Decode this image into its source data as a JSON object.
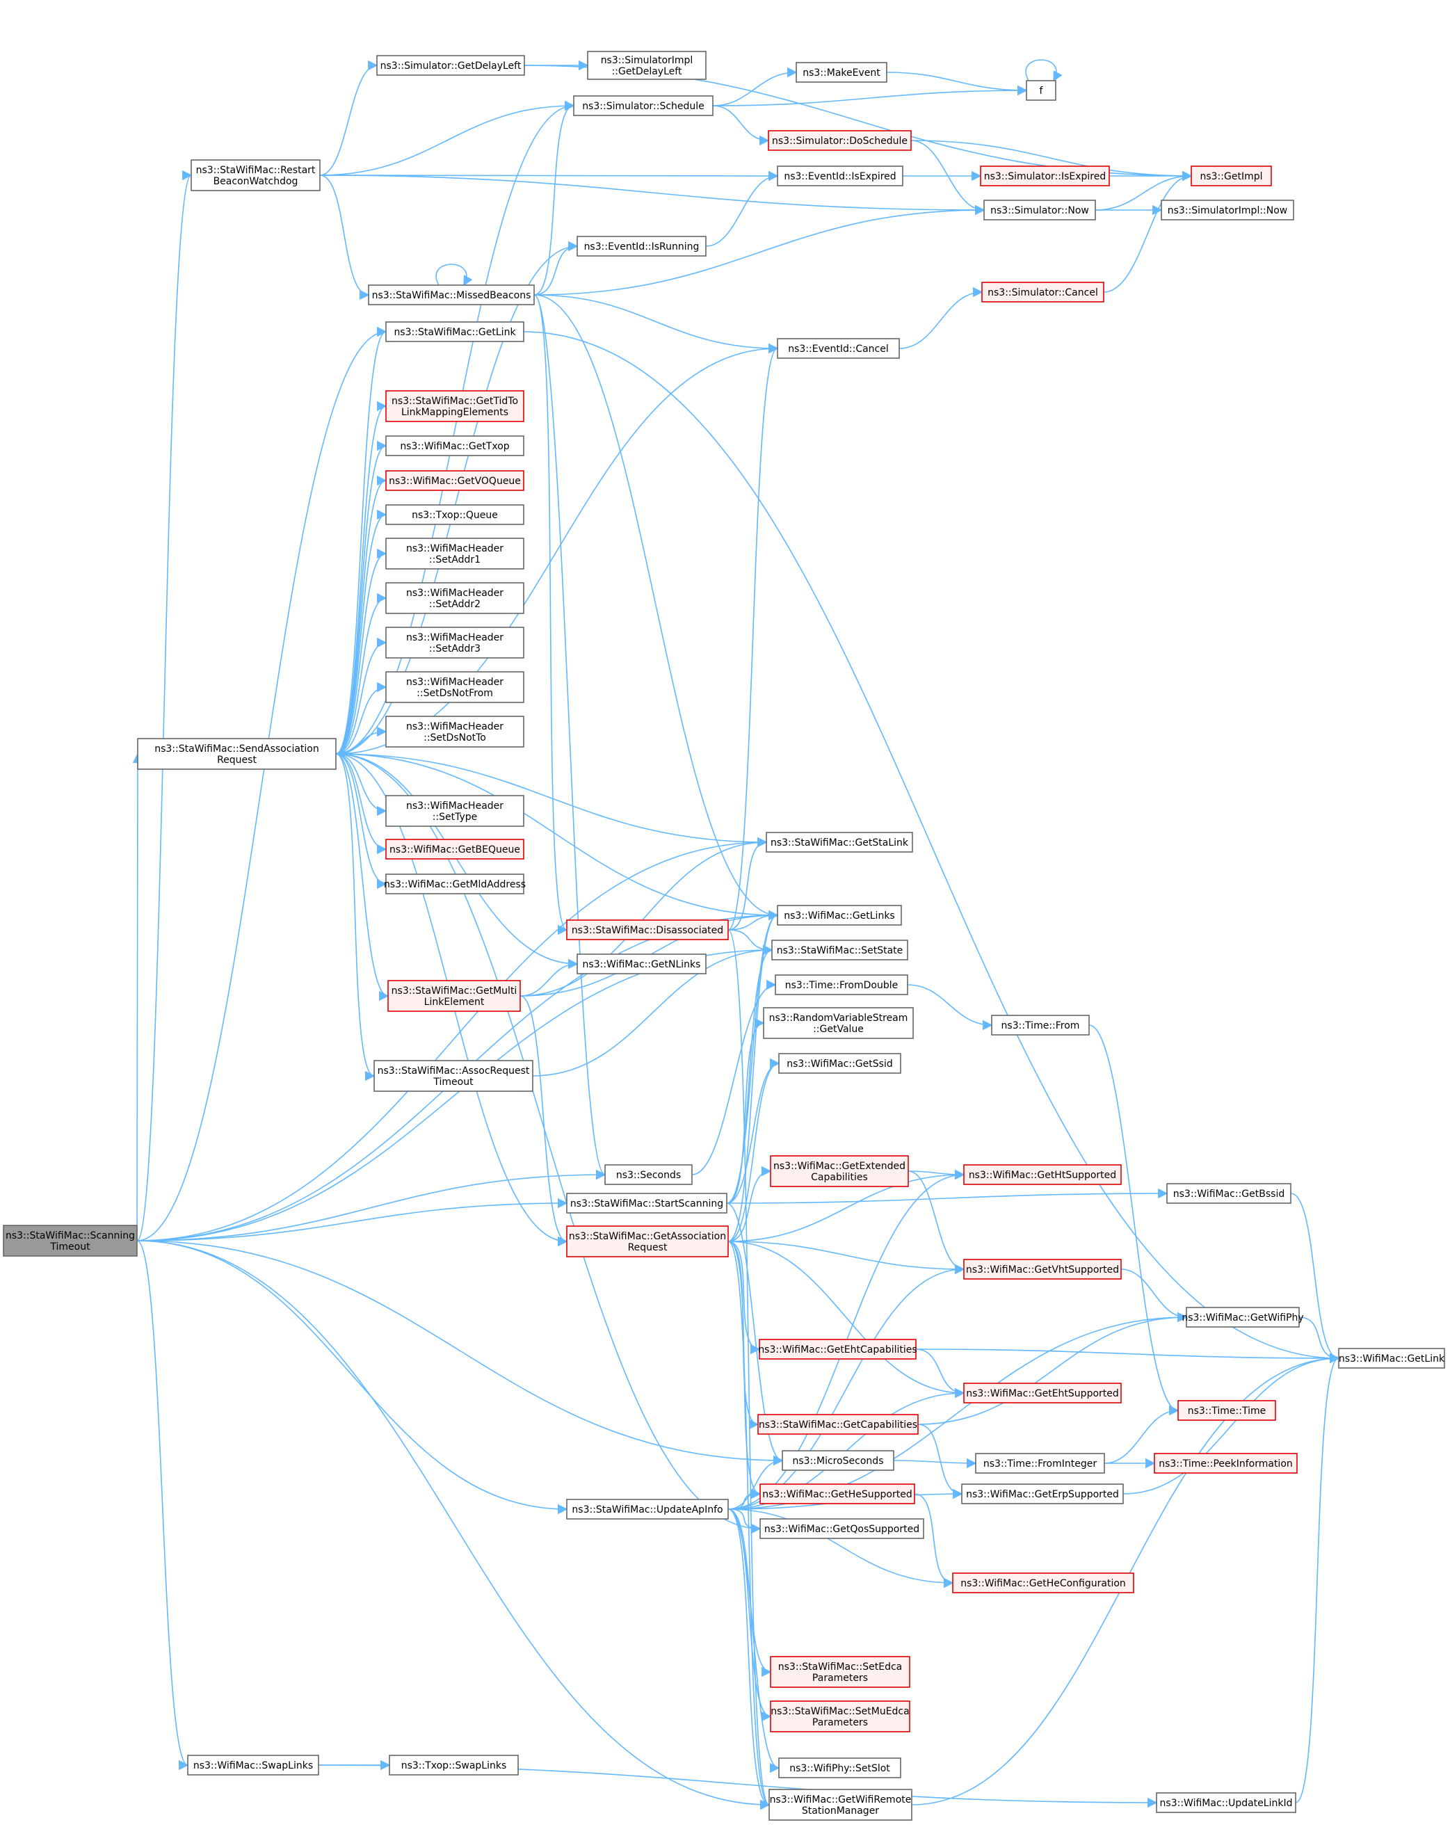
{
  "colors": {
    "edge": "#63b8ff",
    "normal_fill": "#ffffff",
    "normal_stroke": "#666666",
    "truncated_fill": "#fff0f0",
    "truncated_stroke": "#e00000",
    "root_fill": "#999999",
    "root_stroke": "#666666"
  },
  "nodes": [
    {
      "id": "root",
      "lines": [
        "ns3::StaWifiMac::Scanning",
        "Timeout"
      ],
      "style": "root"
    },
    {
      "id": "getDelayLeft",
      "lines": [
        "ns3::Simulator::GetDelayLeft"
      ],
      "style": "normal"
    },
    {
      "id": "implGetDelayLeft",
      "lines": [
        "ns3::SimulatorImpl",
        "::GetDelayLeft"
      ],
      "style": "normal"
    },
    {
      "id": "makeEvent",
      "lines": [
        "ns3::MakeEvent"
      ],
      "style": "normal"
    },
    {
      "id": "f",
      "lines": [
        "f"
      ],
      "style": "normal"
    },
    {
      "id": "schedule",
      "lines": [
        "ns3::Simulator::Schedule"
      ],
      "style": "normal"
    },
    {
      "id": "doSchedule",
      "lines": [
        "ns3::Simulator::DoSchedule"
      ],
      "style": "truncated"
    },
    {
      "id": "restart",
      "lines": [
        "ns3::StaWifiMac::Restart",
        "BeaconWatchdog"
      ],
      "style": "normal"
    },
    {
      "id": "isExpired",
      "lines": [
        "ns3::EventId::IsExpired"
      ],
      "style": "normal"
    },
    {
      "id": "simIsExpired",
      "lines": [
        "ns3::Simulator::IsExpired"
      ],
      "style": "truncated"
    },
    {
      "id": "getImpl",
      "lines": [
        "ns3::GetImpl"
      ],
      "style": "truncated"
    },
    {
      "id": "now",
      "lines": [
        "ns3::Simulator::Now"
      ],
      "style": "normal"
    },
    {
      "id": "implNow",
      "lines": [
        "ns3::SimulatorImpl::Now"
      ],
      "style": "normal"
    },
    {
      "id": "isRunning",
      "lines": [
        "ns3::EventId::IsRunning"
      ],
      "style": "normal"
    },
    {
      "id": "missedBeacons",
      "lines": [
        "ns3::StaWifiMac::MissedBeacons"
      ],
      "style": "normal"
    },
    {
      "id": "simCancel",
      "lines": [
        "ns3::Simulator::Cancel"
      ],
      "style": "truncated"
    },
    {
      "id": "staGetLink",
      "lines": [
        "ns3::StaWifiMac::GetLink"
      ],
      "style": "normal"
    },
    {
      "id": "evCancel",
      "lines": [
        "ns3::EventId::Cancel"
      ],
      "style": "normal"
    },
    {
      "id": "getTid",
      "lines": [
        "ns3::StaWifiMac::GetTidTo",
        "LinkMappingElements"
      ],
      "style": "truncated"
    },
    {
      "id": "getTxop",
      "lines": [
        "ns3::WifiMac::GetTxop"
      ],
      "style": "normal"
    },
    {
      "id": "getVO",
      "lines": [
        "ns3::WifiMac::GetVOQueue"
      ],
      "style": "truncated"
    },
    {
      "id": "queue",
      "lines": [
        "ns3::Txop::Queue"
      ],
      "style": "normal"
    },
    {
      "id": "setAddr1",
      "lines": [
        "ns3::WifiMacHeader",
        "::SetAddr1"
      ],
      "style": "normal"
    },
    {
      "id": "setAddr2",
      "lines": [
        "ns3::WifiMacHeader",
        "::SetAddr2"
      ],
      "style": "normal"
    },
    {
      "id": "setAddr3",
      "lines": [
        "ns3::WifiMacHeader",
        "::SetAddr3"
      ],
      "style": "normal"
    },
    {
      "id": "setDsNotFrom",
      "lines": [
        "ns3::WifiMacHeader",
        "::SetDsNotFrom"
      ],
      "style": "normal"
    },
    {
      "id": "setDsNotTo",
      "lines": [
        "ns3::WifiMacHeader",
        "::SetDsNotTo"
      ],
      "style": "normal"
    },
    {
      "id": "sendAssoc",
      "lines": [
        "ns3::StaWifiMac::SendAssociation",
        "Request"
      ],
      "style": "normal"
    },
    {
      "id": "setType",
      "lines": [
        "ns3::WifiMacHeader",
        "::SetType"
      ],
      "style": "normal"
    },
    {
      "id": "getBE",
      "lines": [
        "ns3::WifiMac::GetBEQueue"
      ],
      "style": "truncated"
    },
    {
      "id": "getMld",
      "lines": [
        "ns3::WifiMac::GetMldAddress"
      ],
      "style": "normal"
    },
    {
      "id": "getStaLink",
      "lines": [
        "ns3::StaWifiMac::GetStaLink"
      ],
      "style": "normal"
    },
    {
      "id": "disassoc",
      "lines": [
        "ns3::StaWifiMac::Disassociated"
      ],
      "style": "truncated"
    },
    {
      "id": "getLinks",
      "lines": [
        "ns3::WifiMac::GetLinks"
      ],
      "style": "normal"
    },
    {
      "id": "setState",
      "lines": [
        "ns3::StaWifiMac::SetState"
      ],
      "style": "normal"
    },
    {
      "id": "getNLinks",
      "lines": [
        "ns3::WifiMac::GetNLinks"
      ],
      "style": "normal"
    },
    {
      "id": "getMulti",
      "lines": [
        "ns3::StaWifiMac::GetMulti",
        "LinkElement"
      ],
      "style": "truncated"
    },
    {
      "id": "fromDouble",
      "lines": [
        "ns3::Time::FromDouble"
      ],
      "style": "normal"
    },
    {
      "id": "timeFrom",
      "lines": [
        "ns3::Time::From"
      ],
      "style": "normal"
    },
    {
      "id": "rvsGetValue",
      "lines": [
        "ns3::RandomVariableStream",
        "::GetValue"
      ],
      "style": "normal"
    },
    {
      "id": "assocTimeout",
      "lines": [
        "ns3::StaWifiMac::AssocRequest",
        "Timeout"
      ],
      "style": "normal"
    },
    {
      "id": "getSsid",
      "lines": [
        "ns3::WifiMac::GetSsid"
      ],
      "style": "normal"
    },
    {
      "id": "seconds",
      "lines": [
        "ns3::Seconds"
      ],
      "style": "normal"
    },
    {
      "id": "getExt",
      "lines": [
        "ns3::WifiMac::GetExtended",
        "Capabilities"
      ],
      "style": "truncated"
    },
    {
      "id": "getHt",
      "lines": [
        "ns3::WifiMac::GetHtSupported"
      ],
      "style": "truncated"
    },
    {
      "id": "startScanning",
      "lines": [
        "ns3::StaWifiMac::StartScanning"
      ],
      "style": "normal"
    },
    {
      "id": "getBssid",
      "lines": [
        "ns3::WifiMac::GetBssid"
      ],
      "style": "normal"
    },
    {
      "id": "getAssocReq",
      "lines": [
        "ns3::StaWifiMac::GetAssociation",
        "Request"
      ],
      "style": "truncated"
    },
    {
      "id": "getVht",
      "lines": [
        "ns3::WifiMac::GetVhtSupported"
      ],
      "style": "truncated"
    },
    {
      "id": "getWifiPhy",
      "lines": [
        "ns3::WifiMac::GetWifiPhy"
      ],
      "style": "normal"
    },
    {
      "id": "getEhtCap",
      "lines": [
        "ns3::WifiMac::GetEhtCapabilities"
      ],
      "style": "truncated"
    },
    {
      "id": "macGetLink",
      "lines": [
        "ns3::WifiMac::GetLink"
      ],
      "style": "normal"
    },
    {
      "id": "getEht",
      "lines": [
        "ns3::WifiMac::GetEhtSupported"
      ],
      "style": "truncated"
    },
    {
      "id": "timeTime",
      "lines": [
        "ns3::Time::Time"
      ],
      "style": "truncated"
    },
    {
      "id": "getCap",
      "lines": [
        "ns3::StaWifiMac::GetCapabilities"
      ],
      "style": "truncated"
    },
    {
      "id": "micro",
      "lines": [
        "ns3::MicroSeconds"
      ],
      "style": "normal"
    },
    {
      "id": "fromInteger",
      "lines": [
        "ns3::Time::FromInteger"
      ],
      "style": "normal"
    },
    {
      "id": "peekInfo",
      "lines": [
        "ns3::Time::PeekInformation"
      ],
      "style": "truncated"
    },
    {
      "id": "getHe",
      "lines": [
        "ns3::WifiMac::GetHeSupported"
      ],
      "style": "truncated"
    },
    {
      "id": "getErp",
      "lines": [
        "ns3::WifiMac::GetErpSupported"
      ],
      "style": "normal"
    },
    {
      "id": "updateAp",
      "lines": [
        "ns3::StaWifiMac::UpdateApInfo"
      ],
      "style": "normal"
    },
    {
      "id": "getQos",
      "lines": [
        "ns3::WifiMac::GetQosSupported"
      ],
      "style": "normal"
    },
    {
      "id": "getHeConf",
      "lines": [
        "ns3::WifiMac::GetHeConfiguration"
      ],
      "style": "truncated"
    },
    {
      "id": "setEdca",
      "lines": [
        "ns3::StaWifiMac::SetEdca",
        "Parameters"
      ],
      "style": "truncated"
    },
    {
      "id": "setMuEdca",
      "lines": [
        "ns3::StaWifiMac::SetMuEdca",
        "Parameters"
      ],
      "style": "truncated"
    },
    {
      "id": "swapLinks",
      "lines": [
        "ns3::WifiMac::SwapLinks"
      ],
      "style": "normal"
    },
    {
      "id": "txopSwap",
      "lines": [
        "ns3::Txop::SwapLinks"
      ],
      "style": "normal"
    },
    {
      "id": "setSlot",
      "lines": [
        "ns3::WifiPhy::SetSlot"
      ],
      "style": "normal"
    },
    {
      "id": "getRsm",
      "lines": [
        "ns3::WifiMac::GetWifiRemote",
        "StationManager"
      ],
      "style": "normal"
    },
    {
      "id": "updateLinkId",
      "lines": [
        "ns3::WifiMac::UpdateLinkId"
      ],
      "style": "normal"
    }
  ],
  "edges": [
    [
      "root",
      "restart"
    ],
    [
      "root",
      "staGetLink"
    ],
    [
      "root",
      "sendAssoc"
    ],
    [
      "root",
      "getStaLink"
    ],
    [
      "root",
      "getLinks"
    ],
    [
      "root",
      "setState"
    ],
    [
      "root",
      "seconds"
    ],
    [
      "root",
      "startScanning"
    ],
    [
      "root",
      "micro"
    ],
    [
      "root",
      "updateAp"
    ],
    [
      "root",
      "getRsm"
    ],
    [
      "root",
      "swapLinks"
    ],
    [
      "getDelayLeft",
      "implGetDelayLeft"
    ],
    [
      "getDelayLeft",
      "getImpl"
    ],
    [
      "restart",
      "getDelayLeft"
    ],
    [
      "restart",
      "schedule"
    ],
    [
      "restart",
      "isExpired"
    ],
    [
      "restart",
      "now"
    ],
    [
      "restart",
      "missedBeacons"
    ],
    [
      "schedule",
      "makeEvent"
    ],
    [
      "schedule",
      "f"
    ],
    [
      "schedule",
      "doSchedule"
    ],
    [
      "makeEvent",
      "f"
    ],
    [
      "f",
      "f"
    ],
    [
      "doSchedule",
      "getImpl"
    ],
    [
      "doSchedule",
      "now"
    ],
    [
      "isExpired",
      "simIsExpired"
    ],
    [
      "simIsExpired",
      "getImpl"
    ],
    [
      "now",
      "getImpl"
    ],
    [
      "now",
      "implNow"
    ],
    [
      "isRunning",
      "isExpired"
    ],
    [
      "missedBeacons",
      "missedBeacons"
    ],
    [
      "missedBeacons",
      "schedule"
    ],
    [
      "missedBeacons",
      "isRunning"
    ],
    [
      "missedBeacons",
      "now"
    ],
    [
      "missedBeacons",
      "evCancel"
    ],
    [
      "missedBeacons",
      "getLinks"
    ],
    [
      "missedBeacons",
      "disassoc"
    ],
    [
      "missedBeacons",
      "seconds"
    ],
    [
      "evCancel",
      "simCancel"
    ],
    [
      "simCancel",
      "getImpl"
    ],
    [
      "staGetLink",
      "macGetLink"
    ],
    [
      "sendAssoc",
      "schedule"
    ],
    [
      "sendAssoc",
      "isRunning"
    ],
    [
      "sendAssoc",
      "staGetLink"
    ],
    [
      "sendAssoc",
      "evCancel"
    ],
    [
      "sendAssoc",
      "getTid"
    ],
    [
      "sendAssoc",
      "getTxop"
    ],
    [
      "sendAssoc",
      "getVO"
    ],
    [
      "sendAssoc",
      "queue"
    ],
    [
      "sendAssoc",
      "setAddr1"
    ],
    [
      "sendAssoc",
      "setAddr2"
    ],
    [
      "sendAssoc",
      "setAddr3"
    ],
    [
      "sendAssoc",
      "setDsNotFrom"
    ],
    [
      "sendAssoc",
      "setDsNotTo"
    ],
    [
      "sendAssoc",
      "setType"
    ],
    [
      "sendAssoc",
      "getBE"
    ],
    [
      "sendAssoc",
      "getMld"
    ],
    [
      "sendAssoc",
      "getStaLink"
    ],
    [
      "sendAssoc",
      "getNLinks"
    ],
    [
      "sendAssoc",
      "getMulti"
    ],
    [
      "sendAssoc",
      "getLinks"
    ],
    [
      "sendAssoc",
      "assocTimeout"
    ],
    [
      "sendAssoc",
      "getAssocReq"
    ],
    [
      "sendAssoc",
      "getQos"
    ],
    [
      "disassoc",
      "getStaLink"
    ],
    [
      "disassoc",
      "getLinks"
    ],
    [
      "disassoc",
      "setState"
    ],
    [
      "disassoc",
      "evCancel"
    ],
    [
      "disassoc",
      "getRsm"
    ],
    [
      "getMulti",
      "getStaLink"
    ],
    [
      "getMulti",
      "getNLinks"
    ],
    [
      "getMulti",
      "getLinks"
    ],
    [
      "getMulti",
      "getAssocReq"
    ],
    [
      "assocTimeout",
      "setState"
    ],
    [
      "fromDouble",
      "timeFrom"
    ],
    [
      "timeFrom",
      "timeTime"
    ],
    [
      "seconds",
      "fromDouble"
    ],
    [
      "startScanning",
      "getLinks"
    ],
    [
      "startScanning",
      "setState"
    ],
    [
      "startScanning",
      "rvsGetValue"
    ],
    [
      "startScanning",
      "getSsid"
    ],
    [
      "startScanning",
      "micro"
    ],
    [
      "startScanning",
      "getBssid"
    ],
    [
      "getAssocReq",
      "getSsid"
    ],
    [
      "getAssocReq",
      "getExt"
    ],
    [
      "getAssocReq",
      "getHt"
    ],
    [
      "getAssocReq",
      "getVht"
    ],
    [
      "getAssocReq",
      "getEhtCap"
    ],
    [
      "getAssocReq",
      "getEht"
    ],
    [
      "getAssocReq",
      "getCap"
    ],
    [
      "getAssocReq",
      "getHe"
    ],
    [
      "getAssocReq",
      "getLinks"
    ],
    [
      "getAssocReq",
      "getRsm"
    ],
    [
      "getExt",
      "getHt"
    ],
    [
      "getExt",
      "getVht"
    ],
    [
      "getBssid",
      "macGetLink"
    ],
    [
      "getVht",
      "getWifiPhy"
    ],
    [
      "getWifiPhy",
      "macGetLink"
    ],
    [
      "getEhtCap",
      "macGetLink"
    ],
    [
      "getEhtCap",
      "getEht"
    ],
    [
      "getCap",
      "getWifiPhy"
    ],
    [
      "getCap",
      "getErp"
    ],
    [
      "micro",
      "fromInteger"
    ],
    [
      "fromInteger",
      "timeTime"
    ],
    [
      "fromInteger",
      "peekInfo"
    ],
    [
      "getHe",
      "getHeConf"
    ],
    [
      "getErp",
      "macGetLink"
    ],
    [
      "updateAp",
      "micro"
    ],
    [
      "updateAp",
      "getHe"
    ],
    [
      "updateAp",
      "getQos"
    ],
    [
      "updateAp",
      "getHt"
    ],
    [
      "updateAp",
      "getVht"
    ],
    [
      "updateAp",
      "getWifiPhy"
    ],
    [
      "updateAp",
      "getEht"
    ],
    [
      "updateAp",
      "getErp"
    ],
    [
      "updateAp",
      "getHeConf"
    ],
    [
      "updateAp",
      "setEdca"
    ],
    [
      "updateAp",
      "setMuEdca"
    ],
    [
      "updateAp",
      "setSlot"
    ],
    [
      "updateAp",
      "getRsm"
    ],
    [
      "swapLinks",
      "txopSwap"
    ],
    [
      "swapLinks",
      "updateLinkId"
    ],
    [
      "getRsm",
      "macGetLink"
    ],
    [
      "updateLinkId",
      "macGetLink"
    ]
  ]
}
